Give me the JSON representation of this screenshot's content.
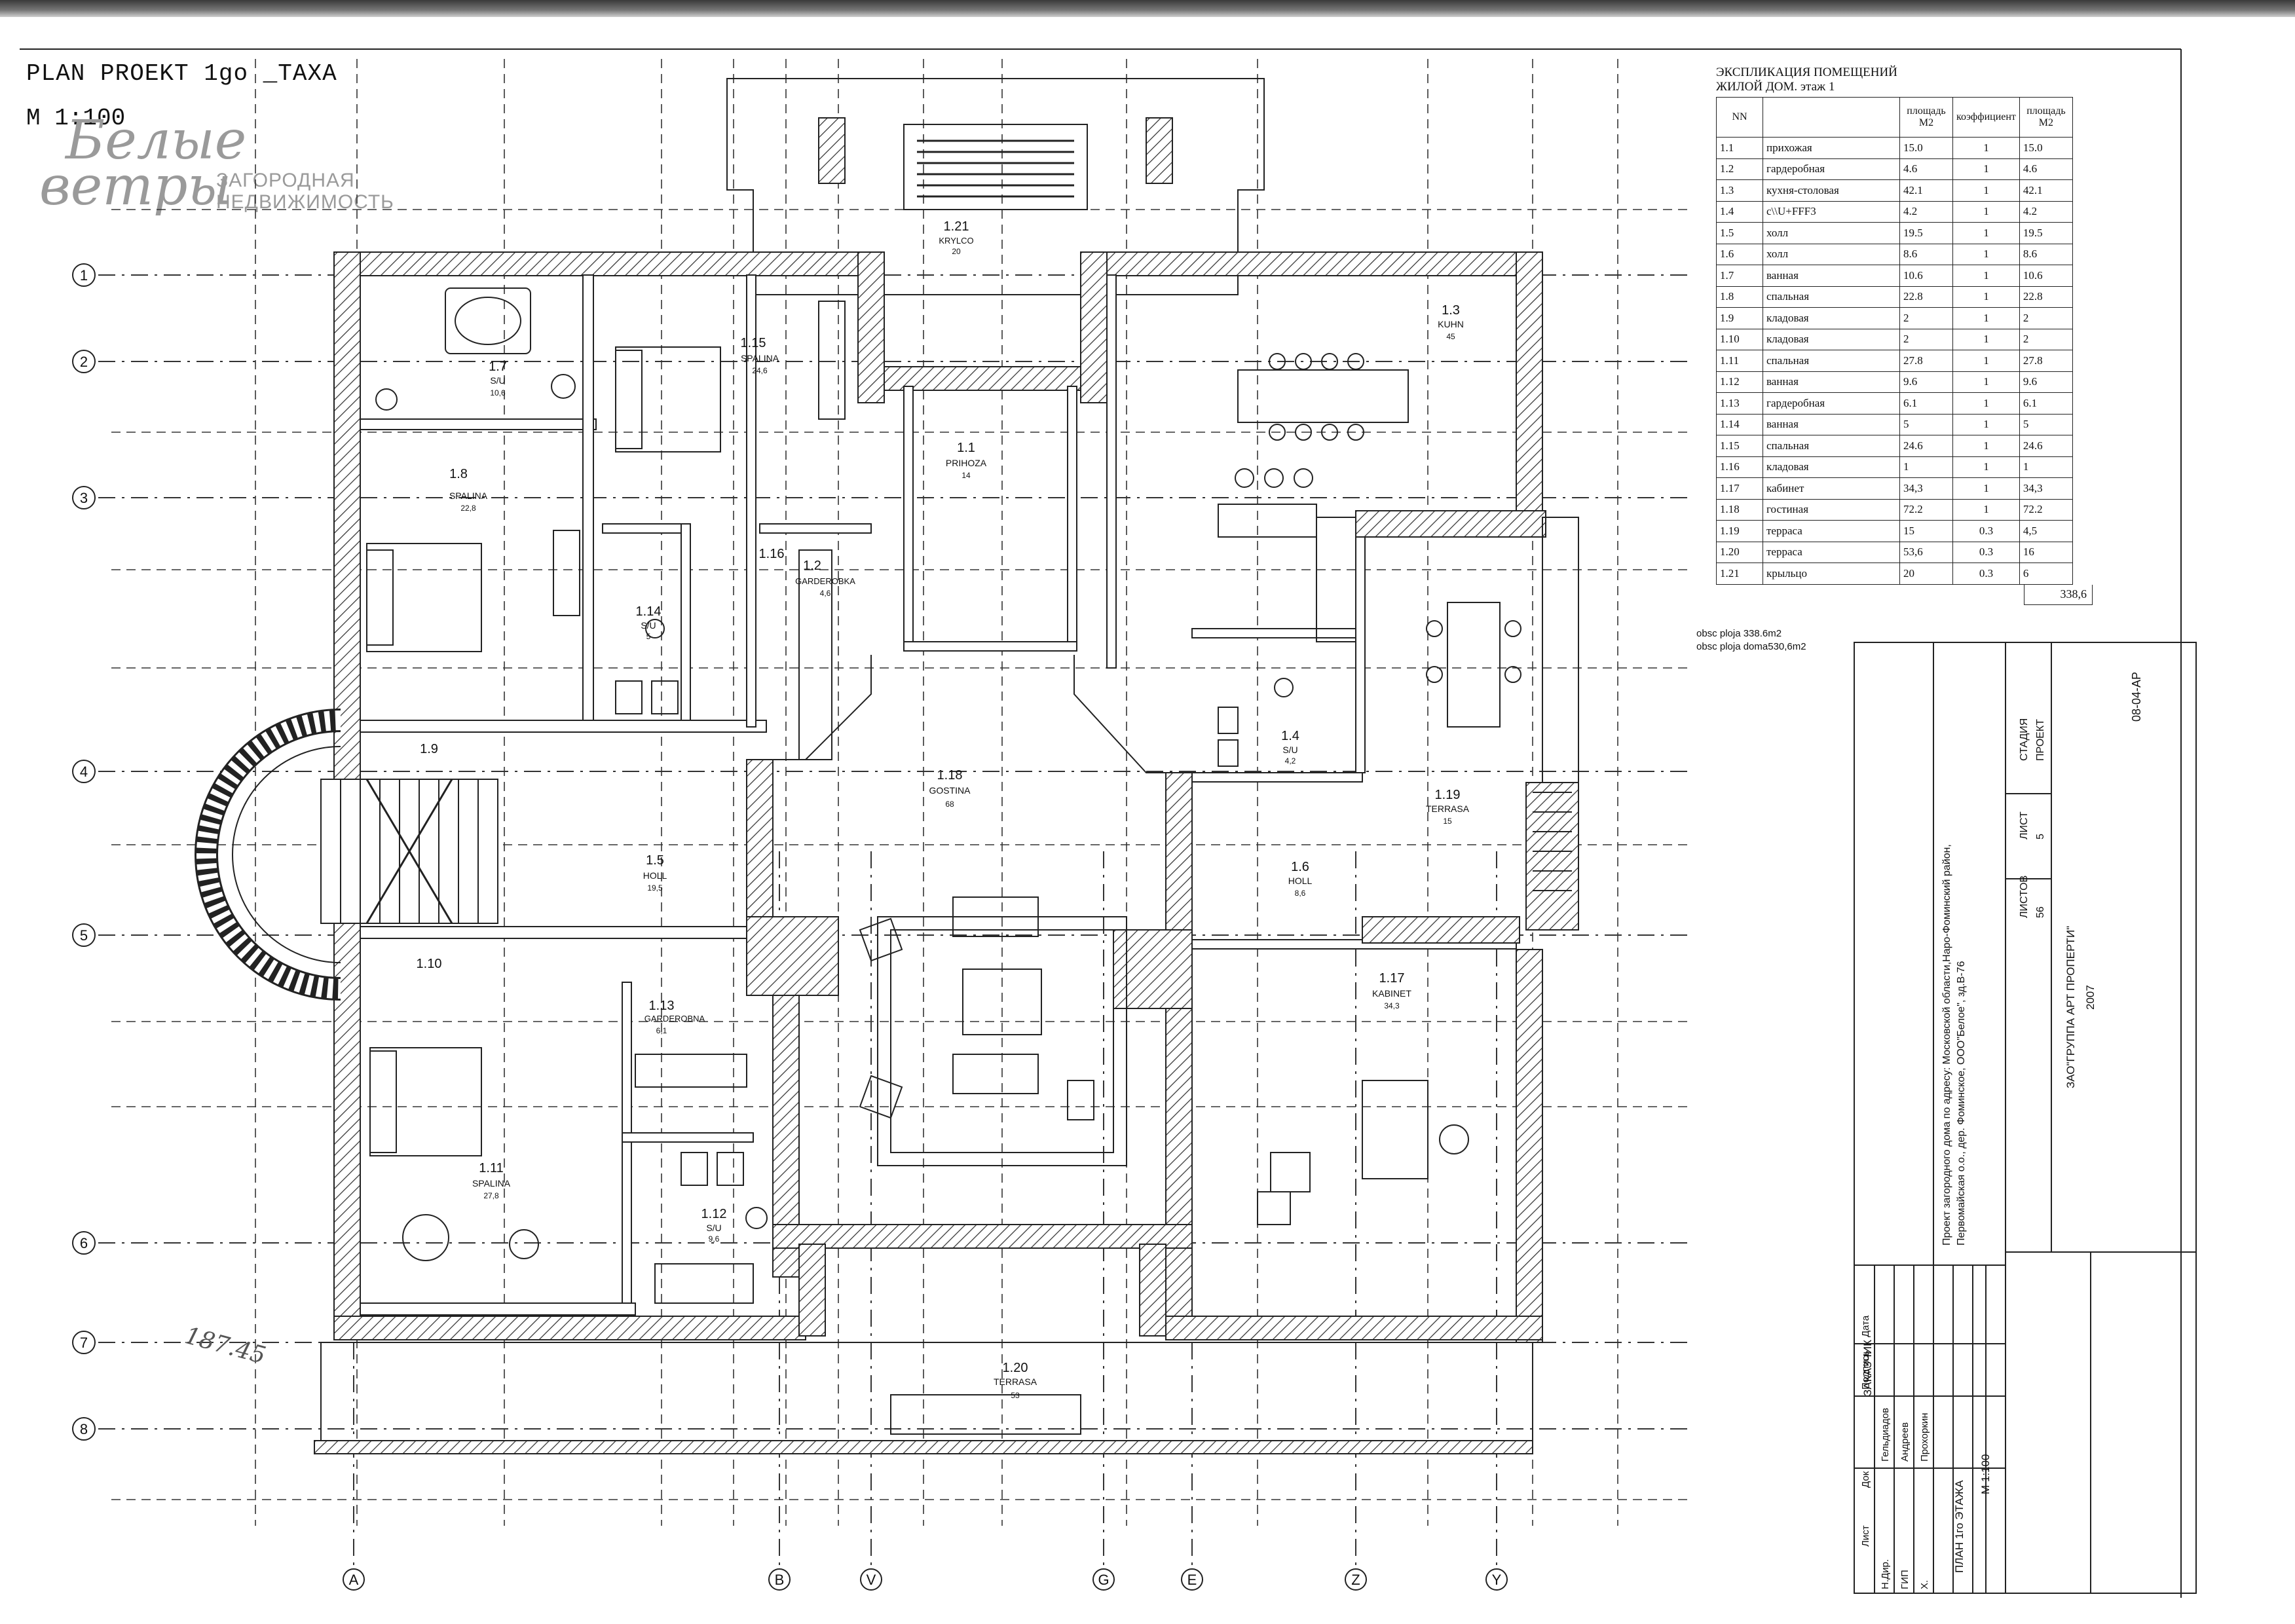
{
  "plan": {
    "title": "PLAN PROEKT 1go _TAXA",
    "scale": "M 1:100",
    "axes_rows": [
      "1",
      "2",
      "3",
      "4",
      "5",
      "6",
      "7",
      "8"
    ],
    "axes_cols": [
      "A",
      "B",
      "V",
      "G",
      "E",
      "Z",
      "Y"
    ]
  },
  "logo": {
    "line1": "Белые",
    "line2": "ветры",
    "sub1": "ЗАГОРОДНАЯ",
    "sub2": "НЕДВИЖИМОСТЬ"
  },
  "rooms": [
    {
      "id": "1.1",
      "name": "PRIHOZA",
      "area": "14"
    },
    {
      "id": "1.3",
      "name": "KUHN",
      "area": "45"
    },
    {
      "id": "1.4",
      "name": "S/U",
      "area": "4,2"
    },
    {
      "id": "1.5",
      "name": "HOLL",
      "area": "19,5"
    },
    {
      "id": "1.6",
      "name": "HOLL",
      "area": "8,6"
    },
    {
      "id": "1.7",
      "name": "S/U",
      "area": "10,6"
    },
    {
      "id": "1.8",
      "name": "SPALINA",
      "area": "22,8"
    },
    {
      "id": "1.9",
      "name": "",
      "area": ""
    },
    {
      "id": "1.10",
      "name": "",
      "area": ""
    },
    {
      "id": "1.11",
      "name": "SPALINA",
      "area": "27,8"
    },
    {
      "id": "1.12",
      "name": "S/U",
      "area": "9,6"
    },
    {
      "id": "1.13",
      "name": "GARDEROBNA",
      "area": "6,1"
    },
    {
      "id": "1.14",
      "name": "S/U",
      "area": "5"
    },
    {
      "id": "1.15",
      "name": "SPALINA",
      "area": "24,6"
    },
    {
      "id": "1.16",
      "name": "",
      "area": ""
    },
    {
      "id": "1.2",
      "name": "GARDEROBKA",
      "area": "4,6"
    },
    {
      "id": "1.17",
      "name": "KABINET",
      "area": "34,3"
    },
    {
      "id": "1.18",
      "name": "GOSTINA",
      "area": "68"
    },
    {
      "id": "1.19",
      "name": "TERRASA",
      "area": "15"
    },
    {
      "id": "1.20",
      "name": "TERRASA",
      "area": "53"
    },
    {
      "id": "1.21",
      "name": "KRYLCO",
      "area": "20"
    }
  ],
  "explication": {
    "caption1": "ЭКСПЛИКАЦИЯ ПОМЕЩЕНИЙ",
    "caption2": "ЖИЛОЙ ДОМ. этаж 1",
    "headers": [
      "NN",
      "",
      "площадь М2",
      "коэффициент",
      "площадь М2"
    ],
    "rows": [
      [
        "1.1",
        "прихожая",
        "15.0",
        "1",
        "15.0"
      ],
      [
        "1.2",
        "гардеробная",
        "4.6",
        "1",
        "4.6"
      ],
      [
        "1.3",
        "кухня-столовая",
        "42.1",
        "1",
        "42.1"
      ],
      [
        "1.4",
        "с\\\\U+FFF3",
        "4.2",
        "1",
        "4.2"
      ],
      [
        "1.5",
        "холл",
        "19.5",
        "1",
        "19.5"
      ],
      [
        "1.6",
        "холл",
        "8.6",
        "1",
        "8.6"
      ],
      [
        "1.7",
        "ванная",
        "10.6",
        "1",
        "10.6"
      ],
      [
        "1.8",
        "спальная",
        "22.8",
        "1",
        "22.8"
      ],
      [
        "1.9",
        "кладовая",
        "2",
        "1",
        "2"
      ],
      [
        "1.10",
        "кладовая",
        "2",
        "1",
        "2"
      ],
      [
        "1.11",
        "спальная",
        "27.8",
        "1",
        "27.8"
      ],
      [
        "1.12",
        "ванная",
        "9.6",
        "1",
        "9.6"
      ],
      [
        "1.13",
        "гардеробная",
        "6.1",
        "1",
        "6.1"
      ],
      [
        "1.14",
        "ванная",
        "5",
        "1",
        "5"
      ],
      [
        "1.15",
        "спальная",
        "24.6",
        "1",
        "24.6"
      ],
      [
        "1.16",
        "кладовая",
        "1",
        "1",
        "1"
      ],
      [
        "1.17",
        "кабинет",
        "34,3",
        "1",
        "34,3"
      ],
      [
        "1.18",
        "гостиная",
        "72.2",
        "1",
        "72.2"
      ],
      [
        "1.19",
        "терраса",
        "15",
        "0.3",
        "4,5"
      ],
      [
        "1.20",
        "терраса",
        "53,6",
        "0.3",
        "16"
      ],
      [
        "1.21",
        "крыльцо",
        "20",
        "0.3",
        "6"
      ]
    ],
    "total": "338,6",
    "note1": "obsc ploja  338.6m2",
    "note2": "obsc ploja  doma530,6m2"
  },
  "title_block": {
    "code": "08-04-АР",
    "customer": "ЗАКАЗЧИК",
    "description": "Проект загородного дома по адресу: Московской области,Наро-Фоминский район, Первомайская о.о., дер. Фоминское, ООО\"Белое\", зд.В-76",
    "sheet_title": "ПЛАН 1го ЭТАЖА",
    "sheet_scale": "М 1:100",
    "col_stage": "СТАДИЯ",
    "col_sheet": "ЛИСТ",
    "col_sheets": "ЛИСТОВ",
    "stage": "ПРОЕКТ",
    "sheet": "5",
    "sheets": "56",
    "company": "ЗАО\"ГРУППА АРТ ПРОПЕРТИ\"",
    "year": "2007",
    "sig_headers": [
      "Лист",
      "Док",
      "Подпись",
      "Дата"
    ],
    "people": [
      "Гельдиадов",
      "Андреев",
      "Прохоркин"
    ],
    "roles": [
      "Н.Дир.",
      "ГИП",
      "Х."
    ]
  },
  "handnote": "187.45"
}
